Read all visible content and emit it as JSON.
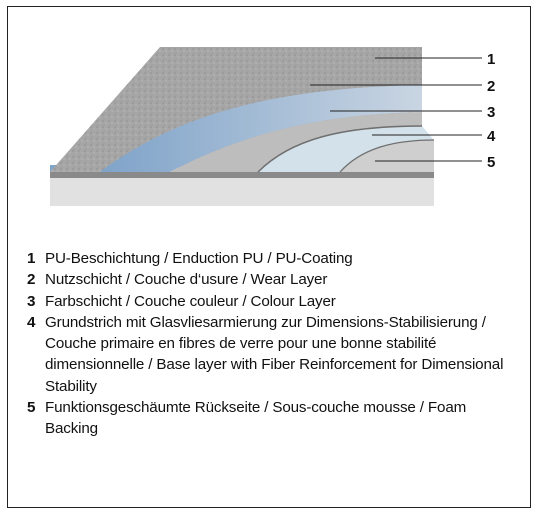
{
  "colors": {
    "pu_coating": "#a9a9a9",
    "wear_layer": "#a7bdd6",
    "colour_layer": "#bdbdbd",
    "base_layer": "#d3e1ea",
    "foam_backing": "#cfcfcf",
    "slab": "#e1e1e1",
    "callout_line": "#222222"
  },
  "diagram": {
    "callouts": [
      {
        "num": "1"
      },
      {
        "num": "2"
      },
      {
        "num": "3"
      },
      {
        "num": "4"
      },
      {
        "num": "5"
      }
    ]
  },
  "legend": [
    {
      "num": "1",
      "text": "PU-Beschichtung / Enduction PU / PU-Coating"
    },
    {
      "num": "2",
      "text": "Nutzschicht / Couche d‘usure / Wear Layer"
    },
    {
      "num": "3",
      "text": "Farbschicht / Couche couleur / Colour Layer"
    },
    {
      "num": "4",
      "text": "Grundstrich mit Glasvliesarmierung zur Dimensions-Stabili­sierung / Couche primaire en fibres de verre pour une bonne stabilité dimensionnelle / Base layer with Fiber Reinforcement for Dimensional Stability"
    },
    {
      "num": "5",
      "text": "Funktionsgeschäumte Rückseite / Sous-couche mousse / Foam Backing"
    }
  ]
}
